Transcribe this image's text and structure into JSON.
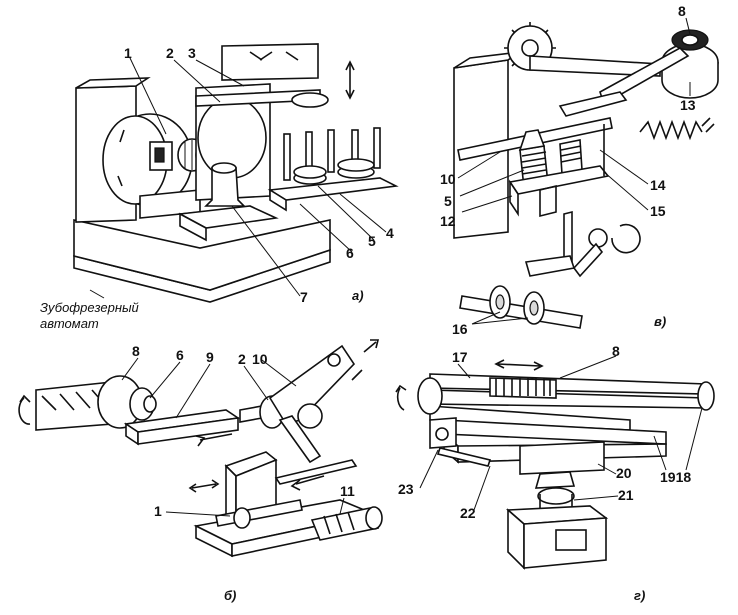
{
  "colors": {
    "ink": "#111111",
    "paper": "#ffffff",
    "shade": "#d9d9d9"
  },
  "panels": {
    "a": {
      "caption": "а)",
      "note_line1": "Зубофрезерный",
      "note_line2": "автомат",
      "labels": [
        "1",
        "2",
        "3",
        "4",
        "5",
        "6",
        "7"
      ]
    },
    "b": {
      "caption": "б)",
      "labels": [
        "8",
        "6",
        "9",
        "2",
        "10",
        "1",
        "11"
      ]
    },
    "v": {
      "caption": "в)",
      "labels": [
        "8",
        "13",
        "10",
        "5",
        "12",
        "14",
        "15",
        "16"
      ]
    },
    "g": {
      "caption": "г)",
      "labels": [
        "17",
        "8",
        "23",
        "22",
        "20",
        "21",
        "1918"
      ]
    }
  }
}
